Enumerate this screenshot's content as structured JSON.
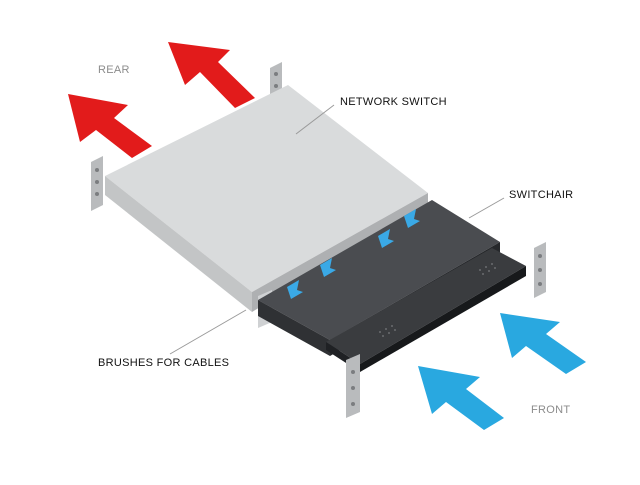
{
  "labels": {
    "rear": "REAR",
    "front": "FRONT",
    "network_switch": "NETWORK SWITCH",
    "switchair": "SWITCHAIR",
    "brushes": "BRUSHES FOR CABLES"
  },
  "colors": {
    "exhaust_arrow": "#e21b1b",
    "intake_arrow": "#29a8e0",
    "airflow_small_arrow": "#3aa9e6",
    "switch_top": "#d9dbdc",
    "switch_front": "#c3c5c6",
    "switchair_body": "#3a3c3f",
    "rack_rail": "#b9bbbd",
    "leader_line": "#9a9a9a",
    "label_dark": "#111111",
    "label_muted": "#8c8c8c"
  },
  "icons": {
    "exhaust": "red-arrow-icon",
    "intake": "blue-arrow-icon"
  }
}
